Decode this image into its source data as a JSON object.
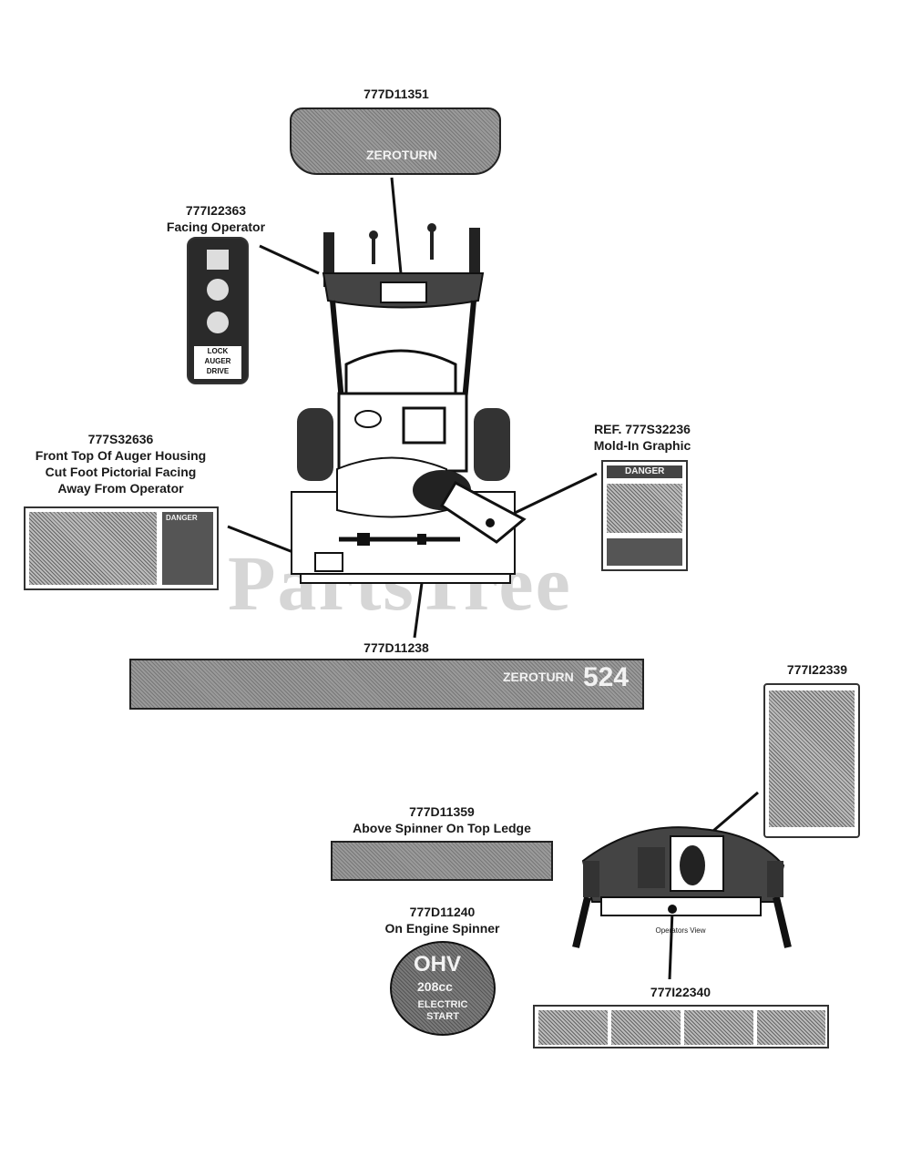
{
  "watermark": "PartsTree",
  "parts": {
    "p1": {
      "number": "777D11351"
    },
    "p2": {
      "number": "777I22363",
      "note": "Facing Operator"
    },
    "p3": {
      "number": "777S32636",
      "note1": "Front Top Of Auger Housing",
      "note2": "Cut Foot Pictorial Facing",
      "note3": "Away From Operator"
    },
    "p4": {
      "number": "REF. 777S32236",
      "note": "Mold-In Graphic"
    },
    "p5": {
      "number": "777D11238"
    },
    "p6": {
      "number": "777I22339"
    },
    "p7": {
      "number": "777D11359",
      "note": "Above Spinner On Top Ledge"
    },
    "p8": {
      "number": "777D11240",
      "note": "On Engine Spinner"
    },
    "p9": {
      "number": "777I22340"
    }
  },
  "decals": {
    "zeroturn_brand": "ZEROTURN",
    "model": "524",
    "drive_labels": [
      "DRIVE",
      "AUGER",
      "LOCK"
    ],
    "danger": "DANGER",
    "ohv": "OHV",
    "engine_cc": "208cc",
    "electric_start": "ELECTRIC START",
    "operators_view": "Operators View"
  },
  "colors": {
    "ink": "#1a1a1a",
    "decal_dark": "#555555",
    "watermark": "#cfcfcf"
  }
}
